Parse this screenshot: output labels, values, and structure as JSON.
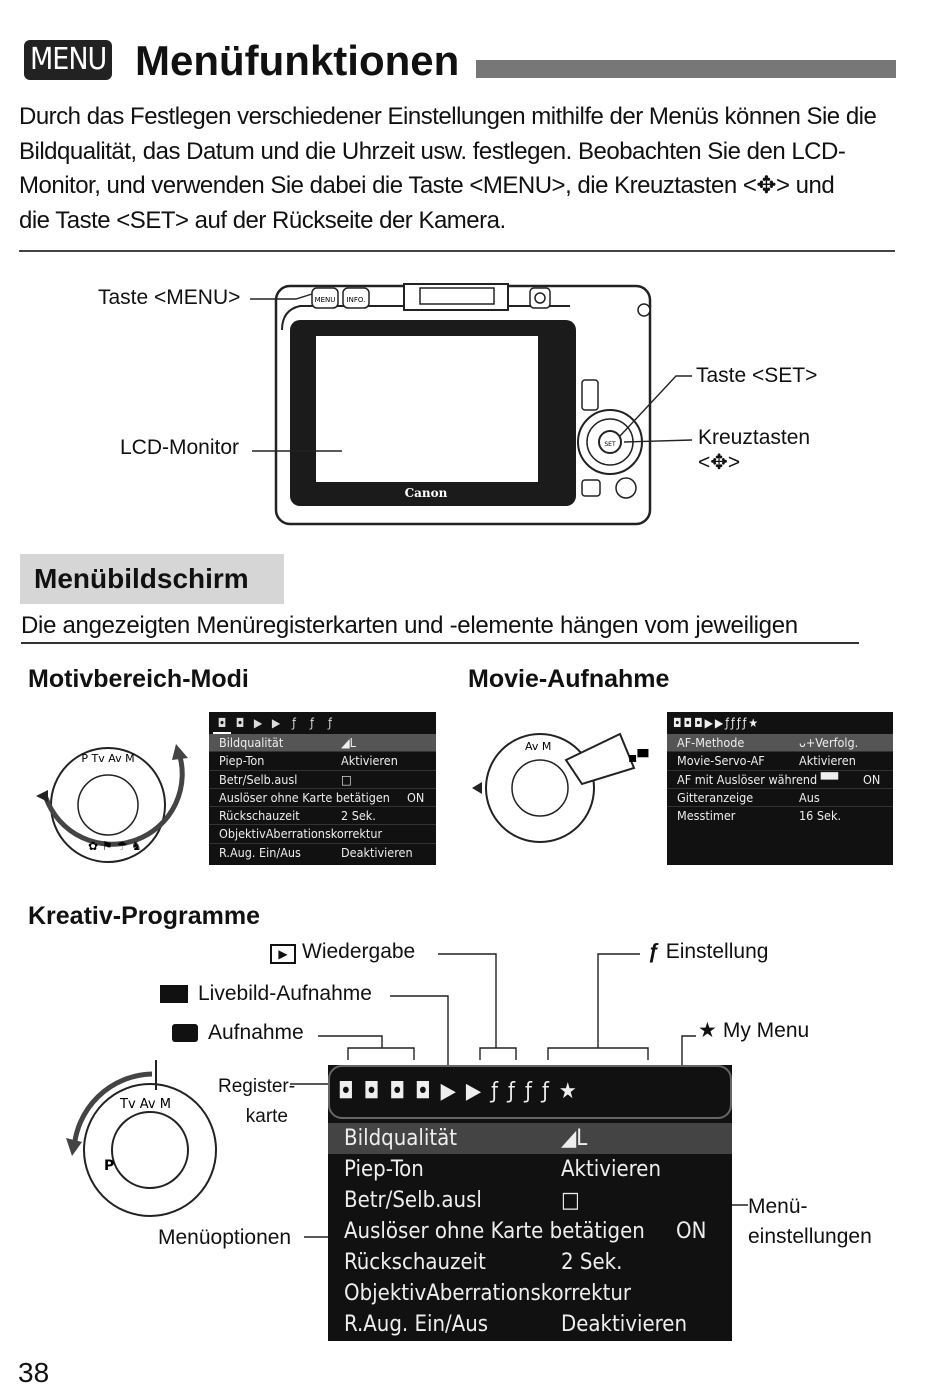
{
  "header": {
    "menu_badge": "MENU",
    "title": "Menüfunktionen"
  },
  "intro": {
    "line1": "Durch das Festlegen verschiedener Einstellungen mithilfe der Menüs können Sie die",
    "line2": "Bildqualität, das Datum und die Uhrzeit usw. festlegen. Beobachten Sie den LCD-",
    "line3": "Monitor, und verwenden Sie dabei die Taste <MENU>, die Kreuztasten <✥> und",
    "line4": "die Taste <SET> auf der Rückseite der Kamera."
  },
  "camera_labels": {
    "menu_button": "Taste <MENU>",
    "lcd_monitor": "LCD-Monitor",
    "set_button": "Taste <SET>",
    "cross_keys": "Kreuztasten",
    "cross_keys_symbol": "<✥>",
    "brand": "Canon",
    "btn_menu": "MENU",
    "btn_info": "INFO.",
    "btn_set": "SET"
  },
  "section": {
    "title": "Menübildschirm",
    "subtitle": "Die angezeigten Menüregisterkarten und -elemente hängen vom jeweiligen"
  },
  "basic_zone": {
    "heading": "Motivbereich-Modi",
    "tabs": [
      "◘",
      "◘",
      "▶",
      "▶",
      "ƒ",
      "ƒ",
      "ƒ"
    ],
    "rows": [
      {
        "name": "Bildqualität",
        "value": "◢L"
      },
      {
        "name": "Piep-Ton",
        "value": "Aktivieren"
      },
      {
        "name": "Betr/Selb.ausl",
        "value": "□"
      },
      {
        "name": "Auslöser ohne Karte betätigen",
        "value": "ON"
      },
      {
        "name": "Rückschauzeit",
        "value": "2 Sek."
      },
      {
        "name": "ObjektivAberrationskorrektur",
        "value": ""
      },
      {
        "name": "R.Aug. Ein/Aus",
        "value": "Deaktivieren"
      }
    ]
  },
  "movie": {
    "heading": "Movie-Aufnahme",
    "rows": [
      {
        "name": "AF-Methode",
        "value": "ᴗ+Verfolg."
      },
      {
        "name": "Movie-Servo-AF",
        "value": "Aktivieren"
      },
      {
        "name": "AF mit Auslöser während ▀▀",
        "value": "ON"
      },
      {
        "name": "Gitteranzeige",
        "value": "Aus"
      },
      {
        "name": "Messtimer",
        "value": "16 Sek."
      }
    ]
  },
  "creative": {
    "heading": "Kreativ-Programme",
    "label_playback": "Wiedergabe",
    "label_setup": "Einstellung",
    "label_liveview": "Livebild-Aufnahme",
    "label_shooting": "Aufnahme",
    "label_mymenu": "My Menu",
    "label_tab_line1": "Register-",
    "label_tab_line2": "karte",
    "label_options": "Menüoptionen",
    "label_settings_line1": "Menü-",
    "label_settings_line2": "einstellungen",
    "rows": [
      {
        "name": "Bildqualität",
        "value": "◢L"
      },
      {
        "name": "Piep-Ton",
        "value": "Aktivieren"
      },
      {
        "name": "Betr/Selb.ausl",
        "value": "□"
      },
      {
        "name": "Auslöser ohne Karte betätigen",
        "value": "ON"
      },
      {
        "name": "Rückschauzeit",
        "value": "2 Sek."
      },
      {
        "name": "ObjektivAberrationskorrektur",
        "value": ""
      },
      {
        "name": "R.Aug. Ein/Aus",
        "value": "Deaktivieren"
      }
    ]
  },
  "footer": {
    "page_number": "38"
  }
}
